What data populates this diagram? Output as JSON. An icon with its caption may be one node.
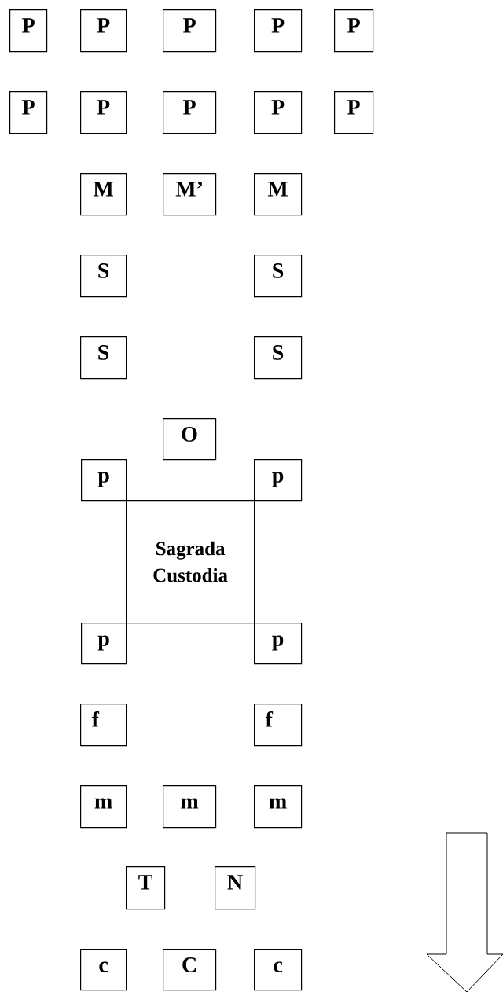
{
  "diagram": {
    "nodes": [
      {
        "text": [
          "P"
        ]
      },
      {
        "text": [
          "P"
        ]
      },
      {
        "text": [
          "P"
        ]
      },
      {
        "text": [
          "P"
        ]
      },
      {
        "text": [
          "P"
        ]
      },
      {
        "text": [
          "P"
        ]
      },
      {
        "text": [
          "P"
        ]
      },
      {
        "text": [
          "P"
        ]
      },
      {
        "text": [
          "P"
        ]
      },
      {
        "text": [
          "P"
        ]
      },
      {
        "text": [
          "M"
        ]
      },
      {
        "text": [
          "M’"
        ]
      },
      {
        "text": [
          "M"
        ]
      },
      {
        "text": [
          "S"
        ]
      },
      {
        "text": [
          "S"
        ]
      },
      {
        "text": [
          "S"
        ]
      },
      {
        "text": [
          "S"
        ]
      },
      {
        "text": [
          "O"
        ]
      },
      {
        "text": [
          "p"
        ]
      },
      {
        "text": [
          "p"
        ]
      },
      {
        "text": [
          "Sagrada Custodia"
        ]
      },
      {
        "text": [
          "p"
        ]
      },
      {
        "text": [
          "p"
        ]
      },
      {
        "text": [
          "f"
        ]
      },
      {
        "text": [
          "f"
        ]
      },
      {
        "text": [
          "m"
        ]
      },
      {
        "text": [
          "m"
        ]
      },
      {
        "text": [
          "m"
        ]
      },
      {
        "text": [
          "T"
        ]
      },
      {
        "text": [
          "N"
        ]
      },
      {
        "text": [
          "c"
        ]
      },
      {
        "text": [
          "C"
        ]
      },
      {
        "text": [
          "c"
        ]
      }
    ]
  }
}
